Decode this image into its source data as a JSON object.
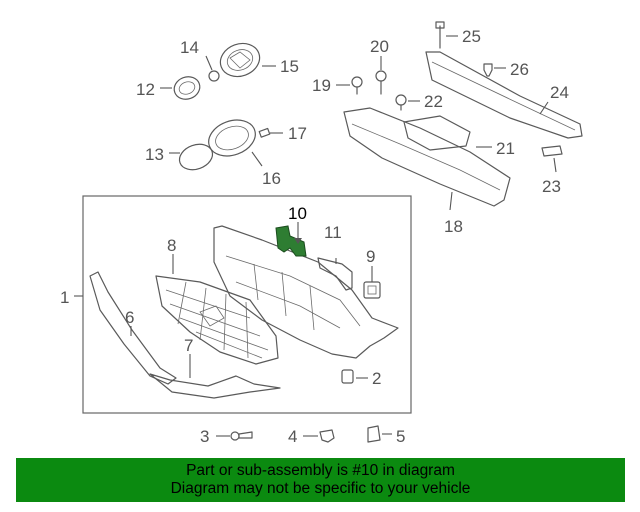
{
  "callouts": {
    "c1": "1",
    "c2": "2",
    "c3": "3",
    "c4": "4",
    "c5": "5",
    "c6": "6",
    "c7": "7",
    "c8": "8",
    "c9": "9",
    "c10": "10",
    "c11": "11",
    "c12": "12",
    "c13": "13",
    "c14": "14",
    "c15": "15",
    "c16": "16",
    "c17": "17",
    "c18": "18",
    "c19": "19",
    "c20": "20",
    "c21": "21",
    "c22": "22",
    "c23": "23",
    "c24": "24",
    "c25": "25",
    "c26": "26"
  },
  "highlight": {
    "part_number": "10",
    "color": "#2e7d32"
  },
  "banner": {
    "line1": "Part or sub-assembly is #10 in diagram",
    "line2": "Diagram may not be specific to your vehicle",
    "background": "#0b8a10"
  }
}
